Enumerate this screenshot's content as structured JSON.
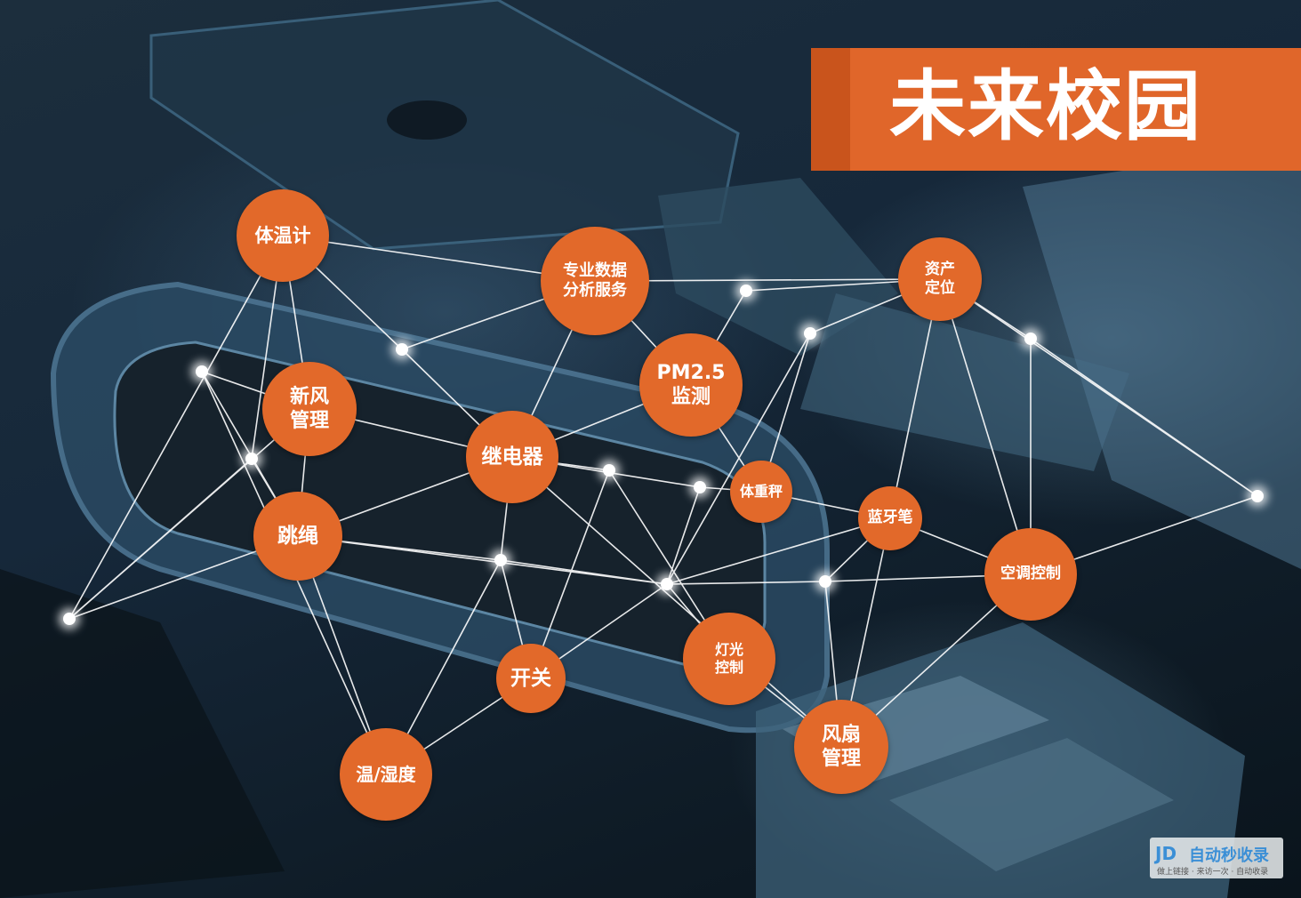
{
  "title": "未来校园",
  "colors": {
    "accent": "#e2692a",
    "title_band": "#e0662a",
    "line": "#ffffff"
  },
  "nodes": [
    {
      "id": "thermometer",
      "label": "体温计"
    },
    {
      "id": "data-analysis",
      "label": "专业数据\n分析服务"
    },
    {
      "id": "asset-location",
      "label": "资产\n定位"
    },
    {
      "id": "pm25",
      "label": "PM2.5\n监测"
    },
    {
      "id": "fresh-air",
      "label": "新风\n管理"
    },
    {
      "id": "relay",
      "label": "继电器"
    },
    {
      "id": "body-scale",
      "label": "体重秤"
    },
    {
      "id": "bluetooth-pen",
      "label": "蓝牙笔"
    },
    {
      "id": "jump-rope",
      "label": "跳绳"
    },
    {
      "id": "ac-control",
      "label": "空调控制"
    },
    {
      "id": "light-control",
      "label": "灯光\n控制"
    },
    {
      "id": "switch",
      "label": "开关"
    },
    {
      "id": "fan-management",
      "label": "风扇\n管理"
    },
    {
      "id": "temp-humidity",
      "label": "温/湿度"
    }
  ],
  "watermark": {
    "logo": "JD",
    "name": "自动秒收录",
    "sub": "做上链接 · 来访一次 · 自动收录"
  }
}
